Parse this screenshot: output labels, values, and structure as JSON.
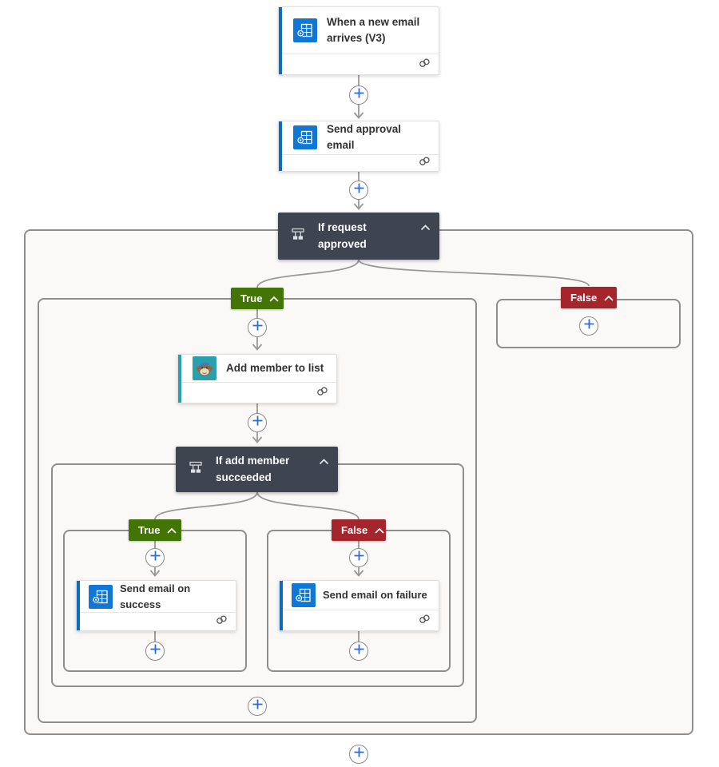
{
  "nodes": {
    "trigger": {
      "title": "When a new email arrives (V3)",
      "icon": "outlook-icon",
      "has_connection_badge": true
    },
    "send_approval_email": {
      "title": "Send approval email",
      "icon": "outlook-icon",
      "has_connection_badge": true
    },
    "if_request_approved": {
      "title": "If request approved",
      "icon": "condition-icon",
      "collapsed": false
    },
    "add_member_to_list": {
      "title": "Add member to list",
      "icon": "mailchimp-icon",
      "has_connection_badge": true
    },
    "if_add_member_succeeded": {
      "title": "If add member succeeded",
      "icon": "condition-icon",
      "collapsed": false
    },
    "send_email_on_success": {
      "title": "Send email on success",
      "icon": "outlook-icon",
      "has_connection_badge": true
    },
    "send_email_on_failure": {
      "title": "Send email on failure",
      "icon": "outlook-icon",
      "has_connection_badge": true
    }
  },
  "branch_labels": {
    "true": "True",
    "false": "False"
  },
  "icons": [
    "outlook-icon",
    "mailchimp-icon",
    "condition-icon",
    "chevron-up-icon",
    "connection-icon",
    "plus-icon"
  ],
  "colors": {
    "true_badge": "#427505",
    "false_badge": "#a4262c",
    "condition_card": "#3e4450",
    "outlook_blue": "#1077d4",
    "mailchimp_teal": "#2a9fae",
    "plus_blue": "#2b6bd8",
    "connector_gray": "#9a9896",
    "scope_border": "#908e8c",
    "scope_background": "#faf9f7",
    "card_accent_blue": "#0f6cbd"
  }
}
